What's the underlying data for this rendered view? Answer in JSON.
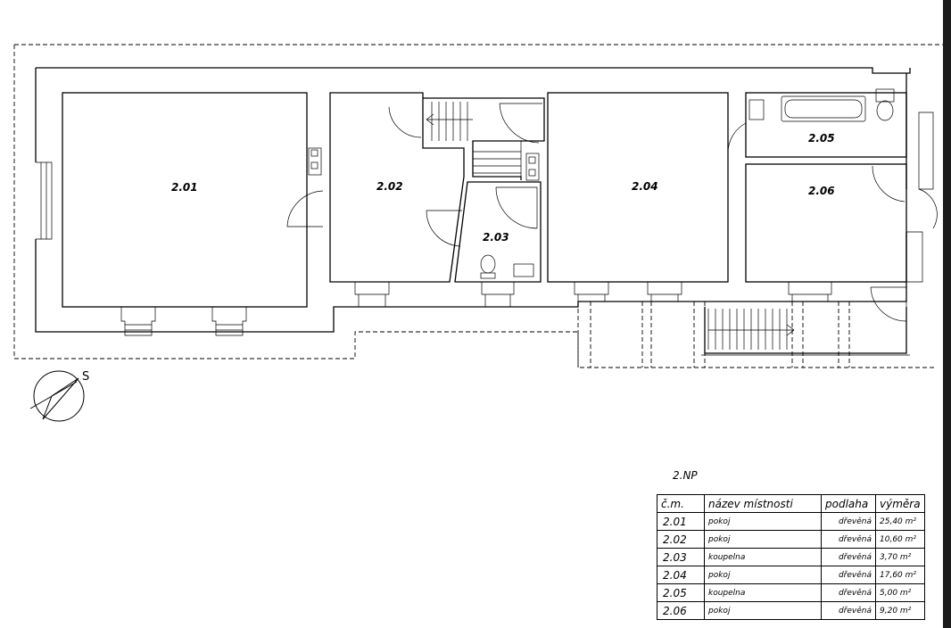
{
  "rooms_on_plan": [
    {
      "id": "2.01"
    },
    {
      "id": "2.02"
    },
    {
      "id": "2.03"
    },
    {
      "id": "2.04"
    },
    {
      "id": "2.05"
    },
    {
      "id": "2.06"
    }
  ],
  "compass": {
    "letter": "S"
  },
  "floor_title": "2.NP",
  "table": {
    "headers": {
      "number": "č.m.",
      "name": "název místnosti",
      "floor": "podlaha",
      "area": "výměra"
    },
    "rows": [
      {
        "number": "2.01",
        "name": "pokoj",
        "floor": "dřevěná",
        "area": "25,40 m²"
      },
      {
        "number": "2.02",
        "name": "pokoj",
        "floor": "dřevěná",
        "area": "10,60 m²"
      },
      {
        "number": "2.03",
        "name": "koupelna",
        "floor": "dřevěná",
        "area": "3,70 m²"
      },
      {
        "number": "2.04",
        "name": "pokoj",
        "floor": "dřevěná",
        "area": "17,60 m²"
      },
      {
        "number": "2.05",
        "name": "koupelna",
        "floor": "dřevěná",
        "area": "5,00 m²"
      },
      {
        "number": "2.06",
        "name": "pokoj",
        "floor": "dřevěná",
        "area": "9,20 m²"
      }
    ]
  }
}
